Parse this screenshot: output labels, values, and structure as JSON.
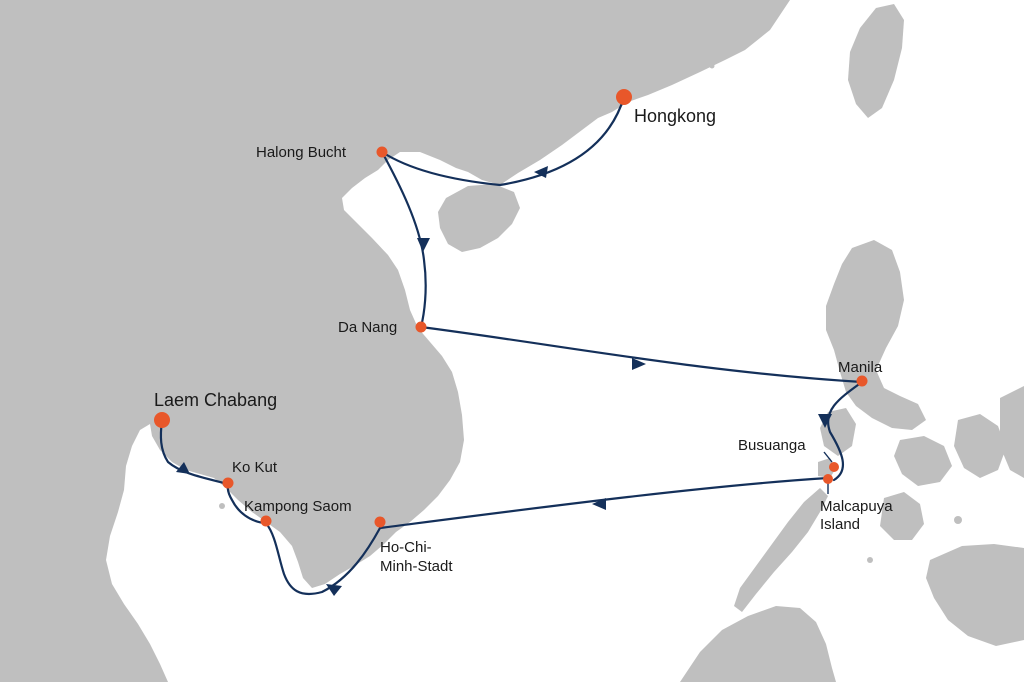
{
  "colors": {
    "sea": "#ffffff",
    "land": "#bfbfbf",
    "route": "#14305a",
    "port": "#e8572a"
  },
  "ports": [
    {
      "id": "hongkong",
      "name": "Hongkong",
      "major": true
    },
    {
      "id": "halong",
      "name": "Halong Bucht",
      "major": false
    },
    {
      "id": "danang",
      "name": "Da Nang",
      "major": false
    },
    {
      "id": "manila",
      "name": "Manila",
      "major": false
    },
    {
      "id": "busuanga",
      "name": "Busuanga",
      "major": false
    },
    {
      "id": "malcapuya",
      "name": "Malcapuya Island",
      "major": false
    },
    {
      "id": "hcmc",
      "name": "Ho-Chi-Minh-Stadt",
      "major": false
    },
    {
      "id": "kampong",
      "name": "Kampong Saom",
      "major": false
    },
    {
      "id": "kokut",
      "name": "Ko Kut",
      "major": false
    },
    {
      "id": "laem",
      "name": "Laem Chabang",
      "major": true
    }
  ],
  "labels": {
    "hongkong": "Hongkong",
    "halong": "Halong Bucht",
    "danang": "Da Nang",
    "manila": "Manila",
    "busuanga": "Busuanga",
    "malcapuya_1": "Malcapuya",
    "malcapuya_2": "Island",
    "hcmc_1": "Ho-Chi-",
    "hcmc_2": "Minh-Stadt",
    "kampong": "Kampong Saom",
    "kokut": "Ko Kut",
    "laem": "Laem Chabang"
  },
  "route_order": [
    "hongkong",
    "halong",
    "danang",
    "manila",
    "busuanga",
    "malcapuya",
    "hcmc",
    "kampong",
    "kokut",
    "laem"
  ]
}
